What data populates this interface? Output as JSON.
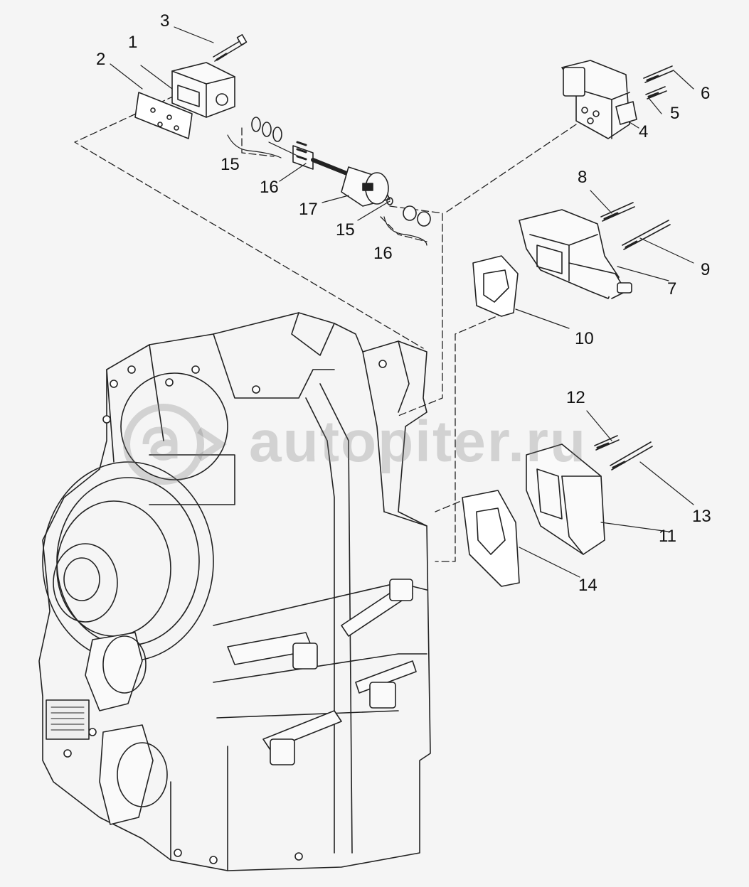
{
  "callouts": [
    {
      "id": "c1",
      "text": "1"
    },
    {
      "id": "c2",
      "text": "2"
    },
    {
      "id": "c3",
      "text": "3"
    },
    {
      "id": "c4",
      "text": "4"
    },
    {
      "id": "c5",
      "text": "5"
    },
    {
      "id": "c6",
      "text": "6"
    },
    {
      "id": "c7",
      "text": "7"
    },
    {
      "id": "c8",
      "text": "8"
    },
    {
      "id": "c9",
      "text": "9"
    },
    {
      "id": "c10",
      "text": "10"
    },
    {
      "id": "c11",
      "text": "11"
    },
    {
      "id": "c12",
      "text": "12"
    },
    {
      "id": "c13",
      "text": "13"
    },
    {
      "id": "c14",
      "text": "14"
    },
    {
      "id": "c15a",
      "text": "15"
    },
    {
      "id": "c15b",
      "text": "15"
    },
    {
      "id": "c16a",
      "text": "16"
    },
    {
      "id": "c16b",
      "text": "16"
    },
    {
      "id": "c17",
      "text": "17"
    }
  ],
  "watermark": {
    "text": "autopiter.ru"
  }
}
